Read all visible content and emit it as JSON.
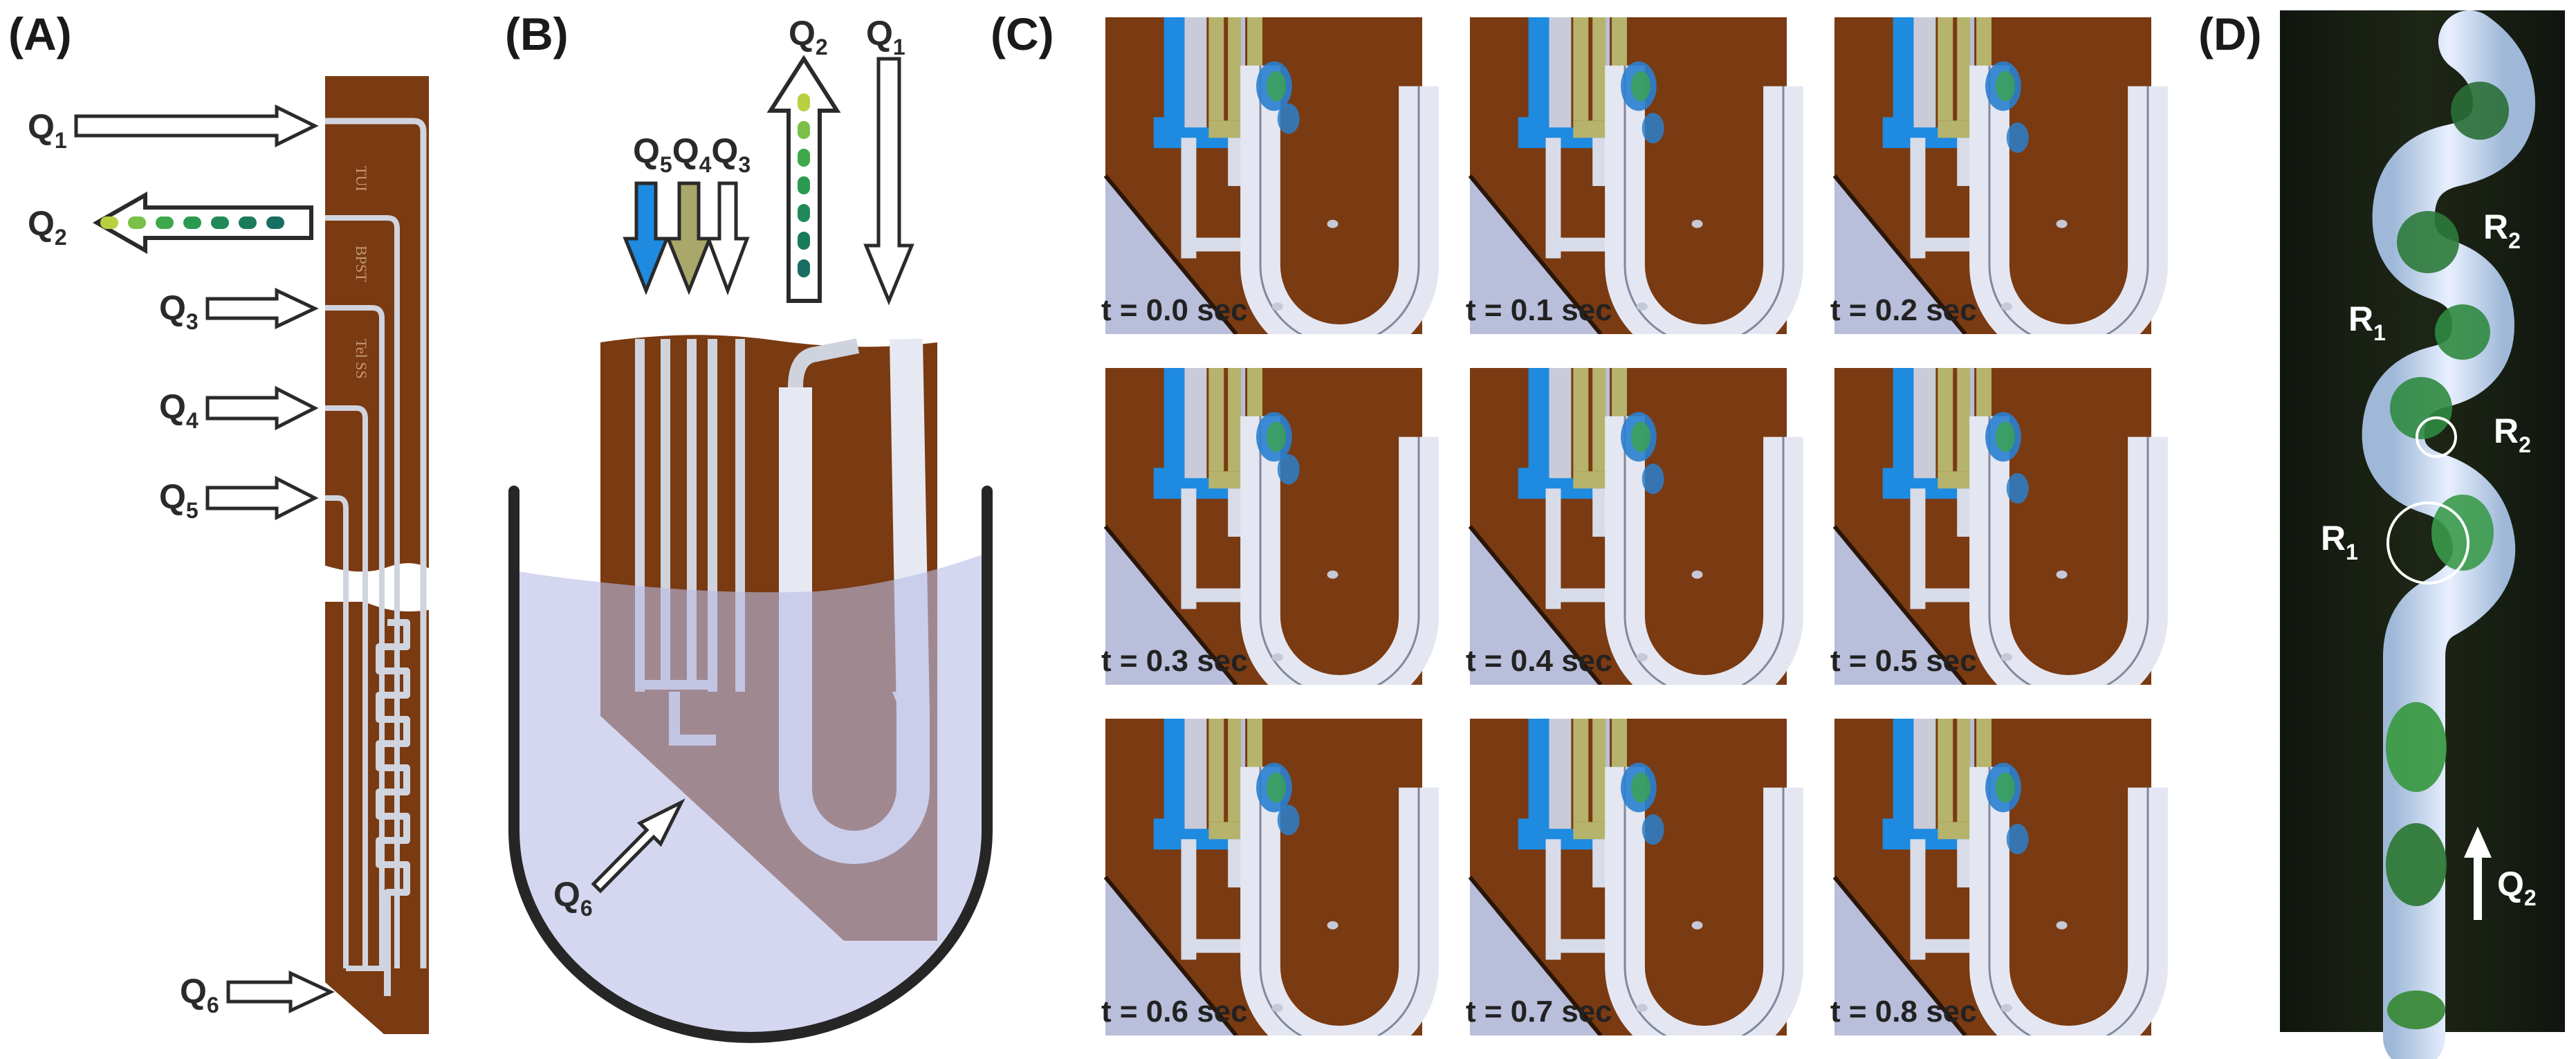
{
  "panels": {
    "a": {
      "letter": "(A)",
      "flows": [
        {
          "base": "Q",
          "sub": "1"
        },
        {
          "base": "Q",
          "sub": "2"
        },
        {
          "base": "Q",
          "sub": "3"
        },
        {
          "base": "Q",
          "sub": "4"
        },
        {
          "base": "Q",
          "sub": "5"
        },
        {
          "base": "Q",
          "sub": "6"
        }
      ],
      "chip_markings": [
        "TUI",
        "BPST",
        "Tel SS"
      ]
    },
    "b": {
      "letter": "(B)",
      "flows": [
        {
          "base": "Q",
          "sub": "5"
        },
        {
          "base": "Q",
          "sub": "4"
        },
        {
          "base": "Q",
          "sub": "3"
        },
        {
          "base": "Q",
          "sub": "2"
        },
        {
          "base": "Q",
          "sub": "1"
        },
        {
          "base": "Q",
          "sub": "6"
        }
      ]
    },
    "c": {
      "letter": "(C)",
      "frames": [
        {
          "label": "t = 0.0 sec"
        },
        {
          "label": "t = 0.1 sec"
        },
        {
          "label": "t = 0.2 sec"
        },
        {
          "label": "t = 0.3 sec"
        },
        {
          "label": "t = 0.4 sec"
        },
        {
          "label": "t = 0.5 sec"
        },
        {
          "label": "t = 0.6 sec"
        },
        {
          "label": "t = 0.7 sec"
        },
        {
          "label": "t = 0.8 sec"
        }
      ]
    },
    "d": {
      "letter": "(D)",
      "radii": [
        {
          "base": "R",
          "sub": "2"
        },
        {
          "base": "R",
          "sub": "1"
        },
        {
          "base": "R",
          "sub": "2"
        },
        {
          "base": "R",
          "sub": "1"
        }
      ],
      "flow": {
        "base": "Q",
        "sub": "2"
      }
    }
  },
  "colors": {
    "chip_brown": "#7a3a12",
    "channel": "#d9dde6",
    "water": "#c9ccea",
    "q5_blue": "#1e8ae0",
    "q4_olive": "#a9a86a",
    "droplet_green": "#3a9a4a",
    "frame_bg": "#b8bdd8",
    "dark_bg": "#141a12"
  }
}
